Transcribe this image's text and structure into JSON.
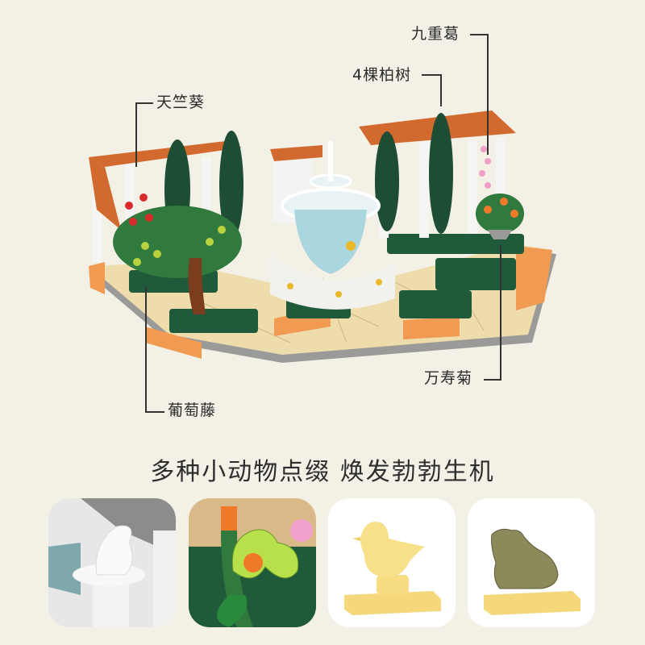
{
  "callouts": [
    {
      "id": "bougainvillea",
      "label": "九重葛"
    },
    {
      "id": "cypress",
      "label": "4棵柏树"
    },
    {
      "id": "geranium",
      "label": "天竺葵"
    },
    {
      "id": "grapevine",
      "label": "葡萄藤"
    },
    {
      "id": "marigold",
      "label": "万寿菊"
    }
  ],
  "headline": "多种小动物点缀 焕发勃勃生机",
  "thumbnails": [
    {
      "subject": "white frog figure on fountain",
      "bg": "#e8e8e8"
    },
    {
      "subject": "lime butterfly on flower stem",
      "bg": "#2f6b3a"
    },
    {
      "subject": "yellow bird on tan plate",
      "bg": "#ffffff"
    },
    {
      "subject": "olive frog on tan plate",
      "bg": "#ffffff"
    }
  ],
  "colors": {
    "background": "#f3f0e6",
    "roof_tile": "#d2692e",
    "hedge": "#1f5a3a",
    "path": "#eedcac",
    "wall": "#f09a52"
  }
}
